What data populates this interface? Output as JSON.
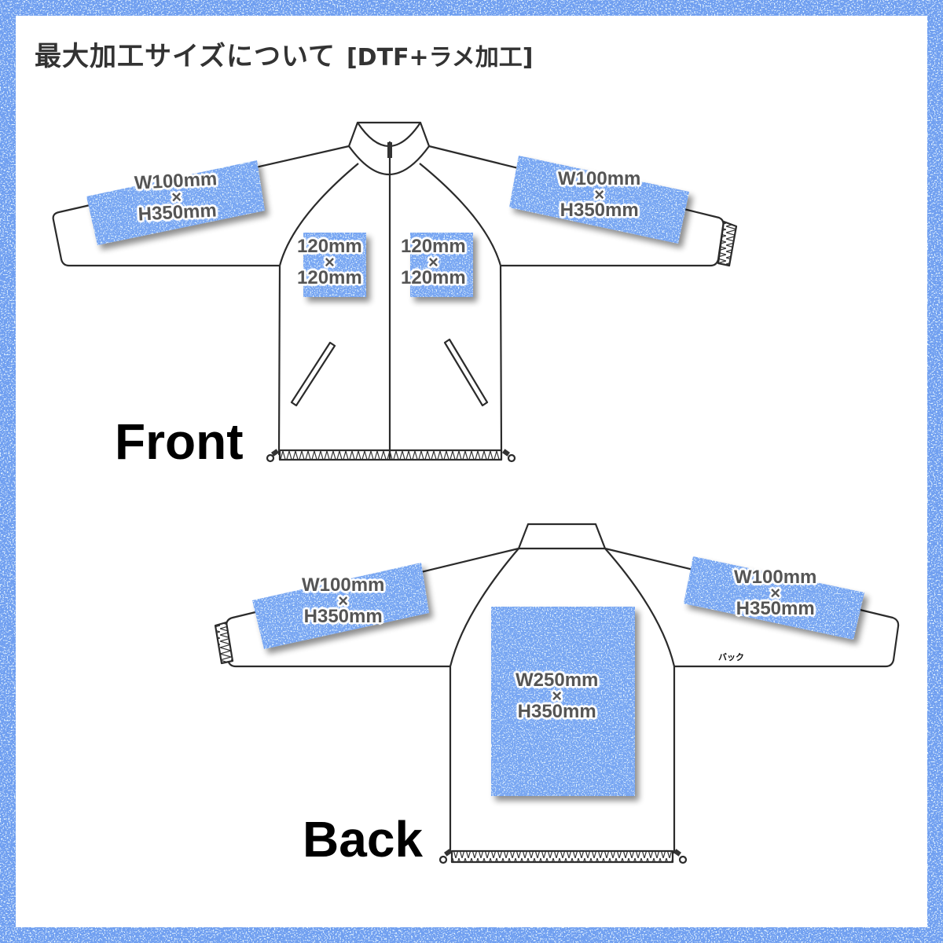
{
  "header": {
    "title": "最大加工サイズについて",
    "tag": "[DTF+ラメ加工]"
  },
  "colors": {
    "glitter_base": "#6f9ff0",
    "glitter_light": "#cfeeff",
    "glitter_dark": "#4f7fe0",
    "outline": "#2b2b2b",
    "label_text": "#555555"
  },
  "front": {
    "label": "Front",
    "left_sleeve": {
      "w": "W100mm",
      "x": "×",
      "h": "H350mm"
    },
    "right_sleeve": {
      "w": "W100mm",
      "x": "×",
      "h": "H350mm"
    },
    "left_chest": {
      "w": "120mm",
      "x": "×",
      "h": "120mm"
    },
    "right_chest": {
      "w": "120mm",
      "x": "×",
      "h": "120mm"
    }
  },
  "back": {
    "label": "Back",
    "left_sleeve": {
      "w": "W100mm",
      "x": "×",
      "h": "H350mm"
    },
    "right_sleeve": {
      "w": "W100mm",
      "x": "×",
      "h": "H350mm"
    },
    "center": {
      "w": "W250mm",
      "x": "×",
      "h": "H350mm"
    },
    "note": "バック"
  }
}
